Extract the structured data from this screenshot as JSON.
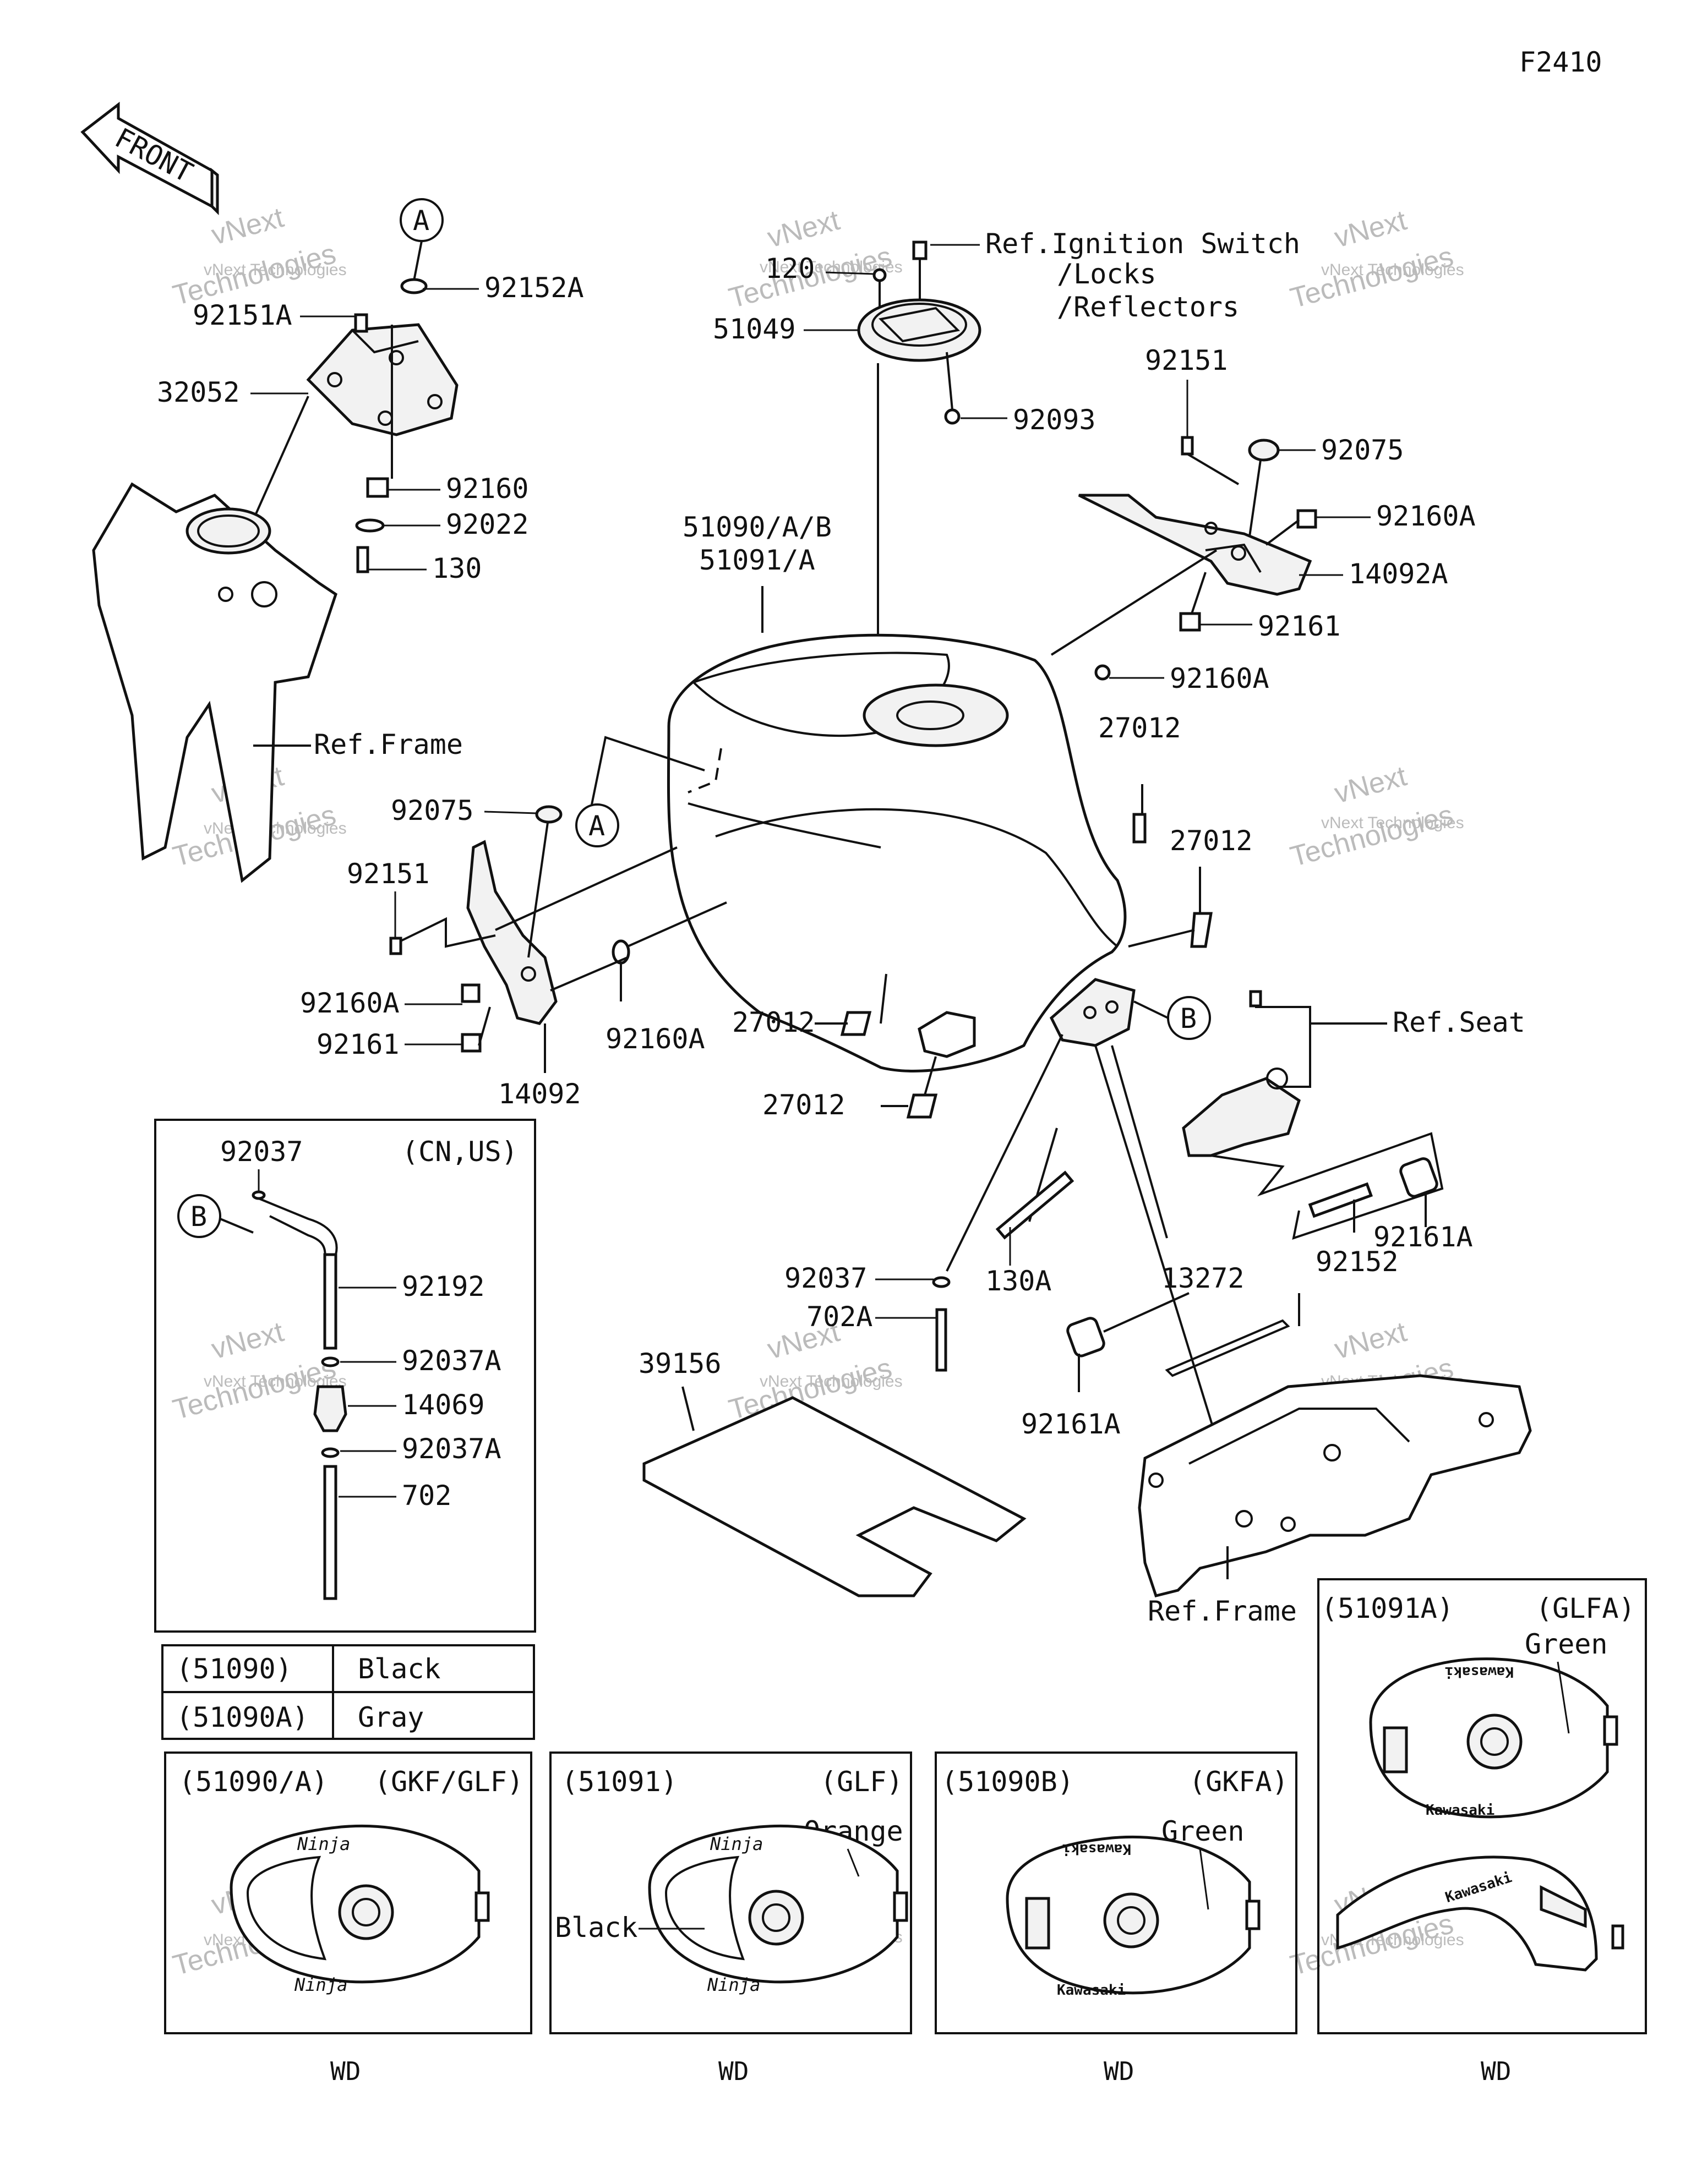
{
  "figure_code": "F2410",
  "front_arrow": {
    "label": "FRONT",
    "icon": "front-direction-arrow-icon"
  },
  "watermark": {
    "line1": "vNext",
    "line2": "Technologies",
    "small": "vNext Technologies"
  },
  "callouts": {
    "A": "A",
    "B": "B"
  },
  "labels": {
    "p92152A": "92152A",
    "p92151A": "92151A",
    "p32052": "32052",
    "p92160": "92160",
    "p92022": "92022",
    "p130_top": "130",
    "ref_frame_left": "Ref.Frame",
    "p120": "120",
    "p51049": "51049",
    "ref_ignition_1": "Ref.Ignition Switch",
    "ref_ignition_2": "/Locks",
    "ref_ignition_3": "/Reflectors",
    "p92093": "92093",
    "p92151_right": "92151",
    "p92075_right": "92075",
    "p92160A_r1": "92160A",
    "p14092A": "14092A",
    "p92161_right": "92161",
    "p51090": "51090/A/B",
    "p51091": "51091/A",
    "p92160A_r2": "92160A",
    "p27012_1": "27012",
    "p27012_2": "27012",
    "p92075_left": "92075",
    "p92151_left": "92151",
    "p92160A_left": "92160A",
    "p92161_left": "92161",
    "p14092": "14092",
    "p92160A_mid": "92160A",
    "p27012_3": "27012",
    "p27012_4": "27012",
    "ref_seat": "Ref.Seat",
    "p92037_mid": "92037",
    "p702A": "702A",
    "p130A": "130A",
    "p13272": "13272",
    "p92152": "92152",
    "p92161A_1": "92161A",
    "p92161A_2": "92161A",
    "p39156": "39156",
    "ref_frame_right": "Ref.Frame"
  },
  "inset_cn_us": {
    "title": "(CN,US)",
    "items": [
      "92037",
      "92192",
      "92037A",
      "14069",
      "92037A",
      "702"
    ]
  },
  "color_table": [
    {
      "code": "(51090)",
      "color": "Black"
    },
    {
      "code": "(51090A)",
      "color": "Gray"
    }
  ],
  "variants": [
    {
      "code": "(51090/A)",
      "trim": "(GKF/GLF)",
      "region": "WD",
      "notes": []
    },
    {
      "code": "(51091)",
      "trim": "(GLF)",
      "region": "WD",
      "notes": [
        "Orange",
        "Black"
      ]
    },
    {
      "code": "(51090B)",
      "trim": "(GKFA)",
      "region": "WD",
      "notes": [
        "Green"
      ]
    },
    {
      "code": "(51091A)",
      "trim": "(GLFA)",
      "region": "WD",
      "notes": [
        "Green"
      ]
    }
  ],
  "brand_text": {
    "ninja": "Ninja",
    "kawasaki": "Kawasaki"
  }
}
